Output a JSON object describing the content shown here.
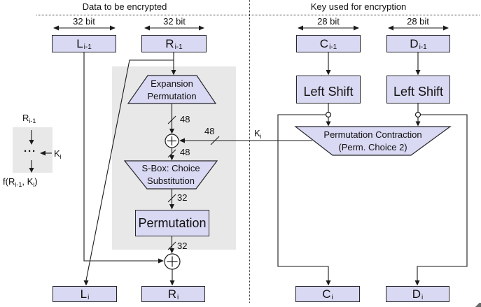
{
  "colors": {
    "box_fill": "#d9d9f3",
    "box_border": "#26262b",
    "panel_gray": "#e8e8e8",
    "line": "#1a1a1a",
    "background": "#ffffff"
  },
  "headers": {
    "left": "Data to be encrypted",
    "right": "Key used for encryption"
  },
  "bit_labels": {
    "l_prev": "32 bit",
    "r_prev": "32 bit",
    "c_prev": "28 bit",
    "d_prev": "28 bit"
  },
  "boxes": {
    "l_prev": {
      "main": "L",
      "sub": "i-1"
    },
    "r_prev": {
      "main": "R",
      "sub": "i-1"
    },
    "c_prev": {
      "main": "C",
      "sub": "i-1"
    },
    "d_prev": {
      "main": "D",
      "sub": "i-1"
    },
    "left_shift_c": {
      "label": "Left Shift"
    },
    "left_shift_d": {
      "label": "Left Shift"
    },
    "permutation": {
      "label": "Permutation"
    },
    "l_next": {
      "main": "L",
      "sub": "i"
    },
    "r_next": {
      "main": "R",
      "sub": "i"
    },
    "c_next": {
      "main": "C",
      "sub": "i"
    },
    "d_next": {
      "main": "D",
      "sub": "i"
    }
  },
  "trapezoids": {
    "expansion": {
      "line1": "Expansion",
      "line2": "Permutation"
    },
    "sbox": {
      "line1": "S-Box: Choice",
      "line2": "Substitution"
    },
    "pc2": {
      "line1": "Permutation Contraction",
      "line2": "(Perm. Choice 2)"
    }
  },
  "wire_labels": {
    "ep_out": "48",
    "key_in": "48",
    "xor_out": "48",
    "sbox_out": "32",
    "perm_out": "32",
    "key": {
      "main": "K",
      "sub": "i"
    }
  },
  "legend": {
    "input": {
      "main": "R",
      "sub": "i-1"
    },
    "dots": "···",
    "key": {
      "main": "K",
      "sub": "i"
    },
    "output": {
      "p1": "f(R",
      "sub1": "i-1",
      "p2": ", K",
      "sub2": "i",
      "p3": ")"
    }
  }
}
